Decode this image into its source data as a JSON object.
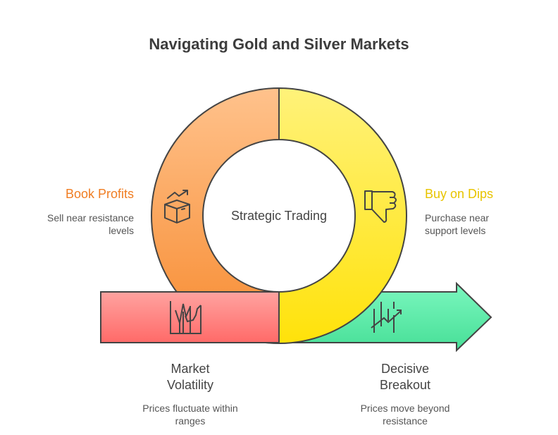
{
  "title": "Navigating Gold and Silver Markets",
  "center": {
    "label": "Strategic Trading"
  },
  "items": [
    {
      "title": "Book Profits",
      "desc": "Sell near resistance levels",
      "icon": "box-trend-up-icon",
      "color": "#f07d22"
    },
    {
      "title": "Buy on Dips",
      "desc": "Purchase near support levels",
      "icon": "thumbs-down-icon",
      "color": "#e8c400"
    },
    {
      "title": "Market Volatility",
      "desc": "Prices fluctuate within ranges",
      "icon": "volatile-chart-icon",
      "color": "#ff6b6b"
    },
    {
      "title": "Decisive Breakout",
      "desc": "Prices move beyond resistance",
      "icon": "breakout-chart-icon",
      "color": "#4de09a"
    }
  ]
}
